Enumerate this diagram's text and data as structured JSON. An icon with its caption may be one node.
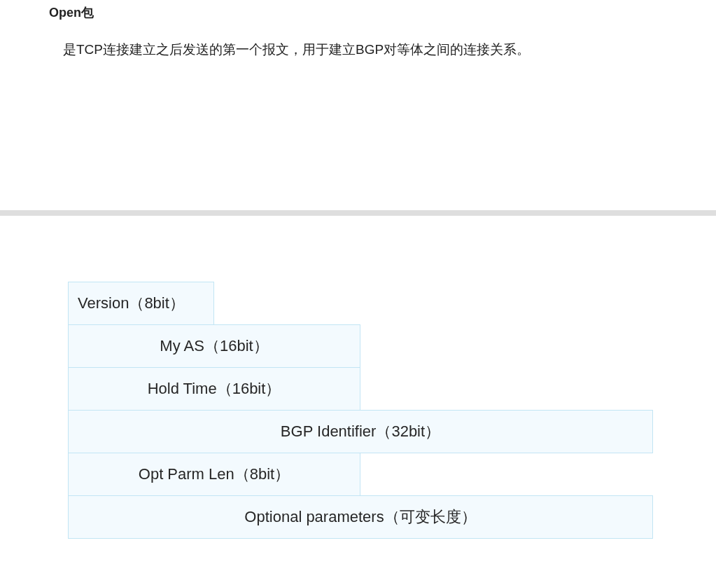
{
  "diagram": {
    "title": "Open包",
    "nodes": [
      {
        "text": [
          "Version（8bit）"
        ]
      },
      {
        "text": [
          "My AS（16bit）"
        ]
      },
      {
        "text": [
          "Hold Time（16bit）"
        ]
      },
      {
        "text": [
          "BGP Identifier（32bit）"
        ]
      },
      {
        "text": [
          "Opt Parm Len（8bit）"
        ]
      },
      {
        "text": [
          "Optional parameters（可变长度）"
        ]
      }
    ],
    "labels": [
      "是TCP连接建立之后发送的第一个报文，用于建立BGP对等体之间的连接关系。"
    ]
  }
}
